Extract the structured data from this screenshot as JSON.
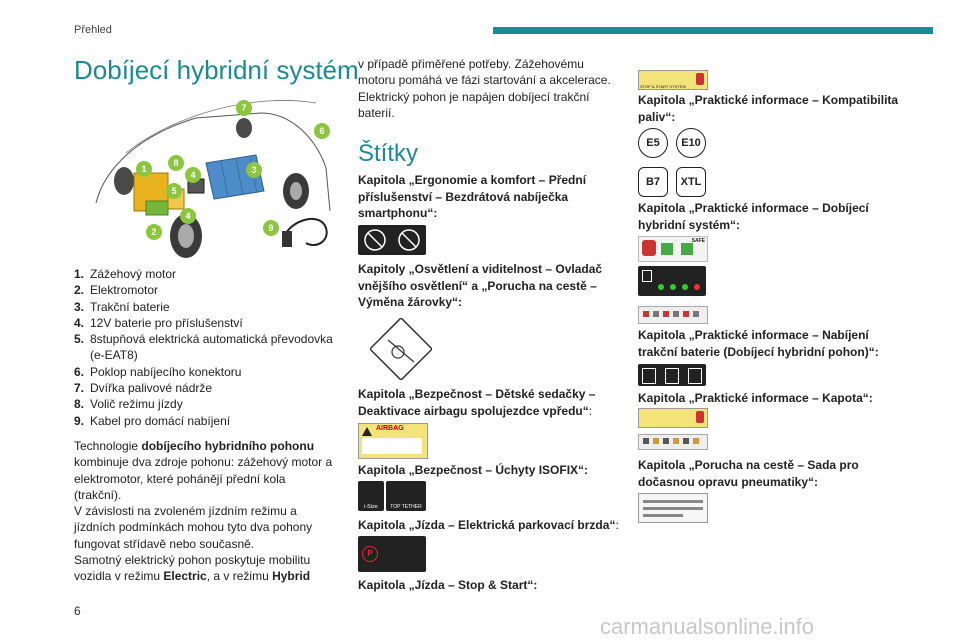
{
  "header": {
    "section": "Přehled"
  },
  "page_title": "Dobíjecí hybridní systém",
  "diagram_markers": [
    "1",
    "2",
    "3",
    "4",
    "4",
    "5",
    "6",
    "7",
    "8",
    "9"
  ],
  "legend": [
    {
      "num": "1.",
      "text": "Zážehový motor"
    },
    {
      "num": "2.",
      "text": "Elektromotor"
    },
    {
      "num": "3.",
      "text": "Trakční baterie"
    },
    {
      "num": "4.",
      "text": "12V baterie pro příslušenství"
    },
    {
      "num": "5.",
      "text": "8stupňová elektrická automatická převodovka (e-EAT8)"
    },
    {
      "num": "6.",
      "text": "Poklop nabíjecího konektoru"
    },
    {
      "num": "7.",
      "text": "Dvířka palivové nádrže"
    },
    {
      "num": "8.",
      "text": "Volič režimu jízdy"
    },
    {
      "num": "9.",
      "text": "Kabel pro domácí nabíjení"
    }
  ],
  "intro": {
    "p1_pre": "Technologie ",
    "p1_bold": "dobíjecího hybridního pohonu",
    "p1_post": " kombinuje dva zdroje pohonu: zážehový motor a elektromotor, které pohánějí přední kola (trakční).",
    "p2": "V závislosti na zvoleném jízdním režimu a jízdních podmínkách mohou tyto dva pohony fungovat střídavě nebo současně.",
    "p3_pre": "Samotný elektrický pohon poskytuje mobilitu vozidla v režimu ",
    "p3_bold1": "Electric",
    "p3_mid": ", a v režimu ",
    "p3_bold2": "Hybrid",
    "p4": "v případě přiměřené potřeby. Zážehovému motoru pomáhá ve fázi startování a akcelerace. Elektrický pohon je napájen dobíjecí trakční baterií."
  },
  "labels_title": "Štítky",
  "chapters": {
    "c1": "Kapitola „Ergonomie a komfort – Přední příslušenství – Bezdrátová nabíječka smartphonu“:",
    "c2": "Kapitoly „Osvětlení a viditelnost – Ovladač vnějšího osvětlení“ a „Porucha na cestě – Výměna žárovky“:",
    "c3": "Kapitola „Bezpečnost – Dětské sedačky – Deaktivace airbagu spolujezdce vpředu“",
    "c4": "Kapitola „Bezpečnost – Úchyty ISOFIX“:",
    "c5": "Kapitola „Jízda – Elektrická parkovací brzda“",
    "c6": "Kapitola „Jízda – Stop & Start“:",
    "c7": "Kapitola „Praktické informace – Kompatibilita paliv“:",
    "c8": "Kapitola „Praktické informace – Dobíjecí hybridní systém“:",
    "c9": "Kapitola „Praktické informace – Nabíjení trakční baterie (Dobíjecí hybridní pohon)“:",
    "c10": "Kapitola „Praktické informace – Kapota“:",
    "c11": "Kapitola „Porucha na cestě – Sada pro dočasnou opravu pneumatiky“:",
    "colon": ":"
  },
  "icon_texts": {
    "airbag": "AIRBAG",
    "isize": "i-Size",
    "top_tether": "TOP TETHER",
    "stop_start": "STOP & START SYSTEM",
    "safe": "SAFE"
  },
  "fuel_badges": [
    "E5",
    "E10",
    "B7",
    "XTL"
  ],
  "page_number": "6",
  "watermark": "carmanualsonline.info"
}
